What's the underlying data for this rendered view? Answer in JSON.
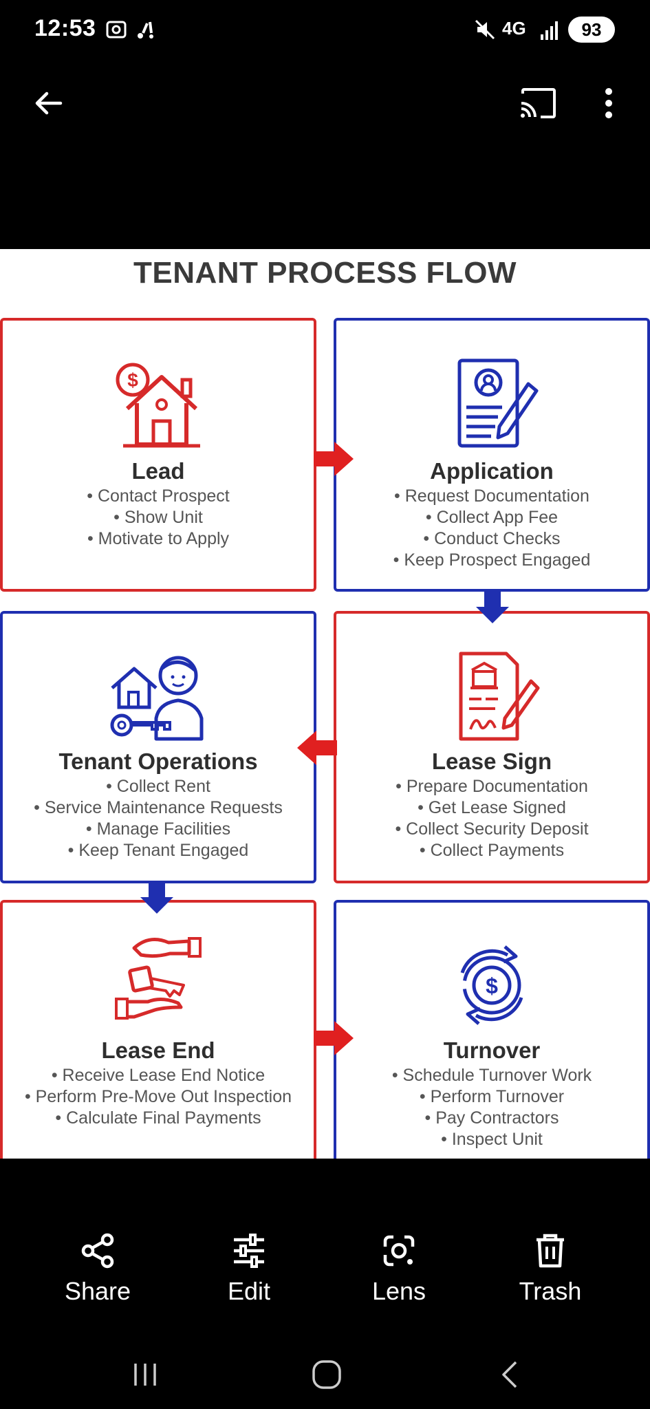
{
  "status_bar": {
    "time": "12:53",
    "network": "4G",
    "battery": "93"
  },
  "app_bar": {
    "back_icon": "arrow-left-icon",
    "cast_icon": "cast-icon",
    "more_icon": "more-vert-icon"
  },
  "infographic": {
    "title": "TENANT PROCESS FLOW",
    "colors": {
      "red": "#d62a2a",
      "blue": "#1f2fb0"
    },
    "steps": [
      {
        "title": "Lead",
        "icon": "house-dollar-icon",
        "items": [
          "Contact Prospect",
          "Show Unit",
          "Motivate to Apply"
        ]
      },
      {
        "title": "Application",
        "icon": "application-form-icon",
        "items": [
          "Request Documentation",
          "Collect App Fee",
          "Conduct Checks",
          "Keep Prospect Engaged"
        ]
      },
      {
        "title": "Tenant Operations",
        "icon": "tenant-key-icon",
        "items": [
          "Collect Rent",
          "Service Maintenance Requests",
          "Manage Facilities",
          "Keep Tenant Engaged"
        ]
      },
      {
        "title": "Lease Sign",
        "icon": "lease-document-icon",
        "items": [
          "Prepare Documentation",
          "Get Lease Signed",
          "Collect Security Deposit",
          "Collect Payments"
        ]
      },
      {
        "title": "Lease End",
        "icon": "hands-key-icon",
        "items": [
          "Receive Lease End Notice",
          "Perform Pre-Move Out Inspection",
          "Calculate Final Payments"
        ]
      },
      {
        "title": "Turnover",
        "icon": "dollar-cycle-icon",
        "items": [
          "Schedule Turnover Work",
          "Perform Turnover",
          "Pay Contractors",
          "Inspect Unit"
        ]
      }
    ]
  },
  "actions": [
    {
      "label": "Share",
      "icon": "share-icon"
    },
    {
      "label": "Edit",
      "icon": "sliders-icon"
    },
    {
      "label": "Lens",
      "icon": "lens-icon"
    },
    {
      "label": "Trash",
      "icon": "trash-icon"
    }
  ],
  "nav": {
    "recents_icon": "recents-icon",
    "home_icon": "home-icon",
    "back_icon": "nav-back-icon"
  }
}
